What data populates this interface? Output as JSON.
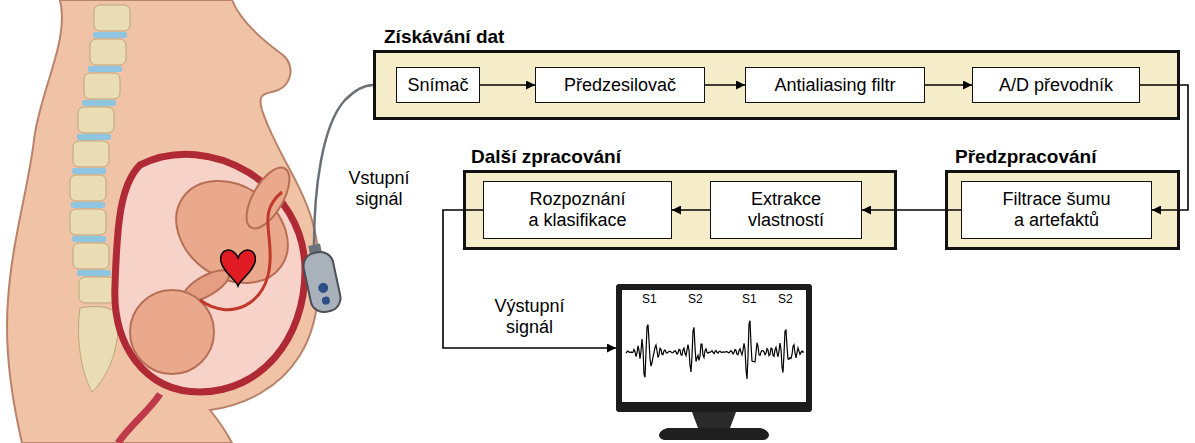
{
  "diagram": {
    "nodes": [
      {
        "text": [
          "Získávání dat"
        ]
      },
      {
        "text": [
          "Snímač"
        ],
        "in": 0
      },
      {
        "text": [
          "Předzesilovač"
        ],
        "in": 0
      },
      {
        "text": [
          "Antialiasing filtr"
        ],
        "in": 0
      },
      {
        "text": [
          "A/D převodník"
        ],
        "in": 0
      },
      {
        "text": [
          "Další zpracování"
        ]
      },
      {
        "text": [
          "Rozpoznání a klasifikace"
        ],
        "in": 5
      },
      {
        "text": [
          "Extrakce vlastností"
        ],
        "in": 5
      },
      {
        "text": [
          "Předzpracování"
        ]
      },
      {
        "text": [
          "Filtrace šumu a artefaktů"
        ],
        "in": 8
      },
      {
        "text": [
          "S1",
          "S2",
          "S1",
          "S2"
        ]
      }
    ],
    "edges": [
      {
        "from": 1,
        "to": 2,
        "arrow": "to"
      },
      {
        "from": 2,
        "to": 3,
        "arrow": "to"
      },
      {
        "from": 3,
        "to": 4,
        "arrow": "to"
      },
      {
        "from": 4,
        "to": 9,
        "arrow": "to"
      },
      {
        "from": 9,
        "to": 7,
        "arrow": "to"
      },
      {
        "from": 7,
        "to": 6,
        "arrow": "to"
      },
      {
        "from": 6,
        "to": 10,
        "label": "Výstupní signál",
        "arrow": "to"
      }
    ],
    "labels": [
      "Vstupní signál"
    ]
  }
}
